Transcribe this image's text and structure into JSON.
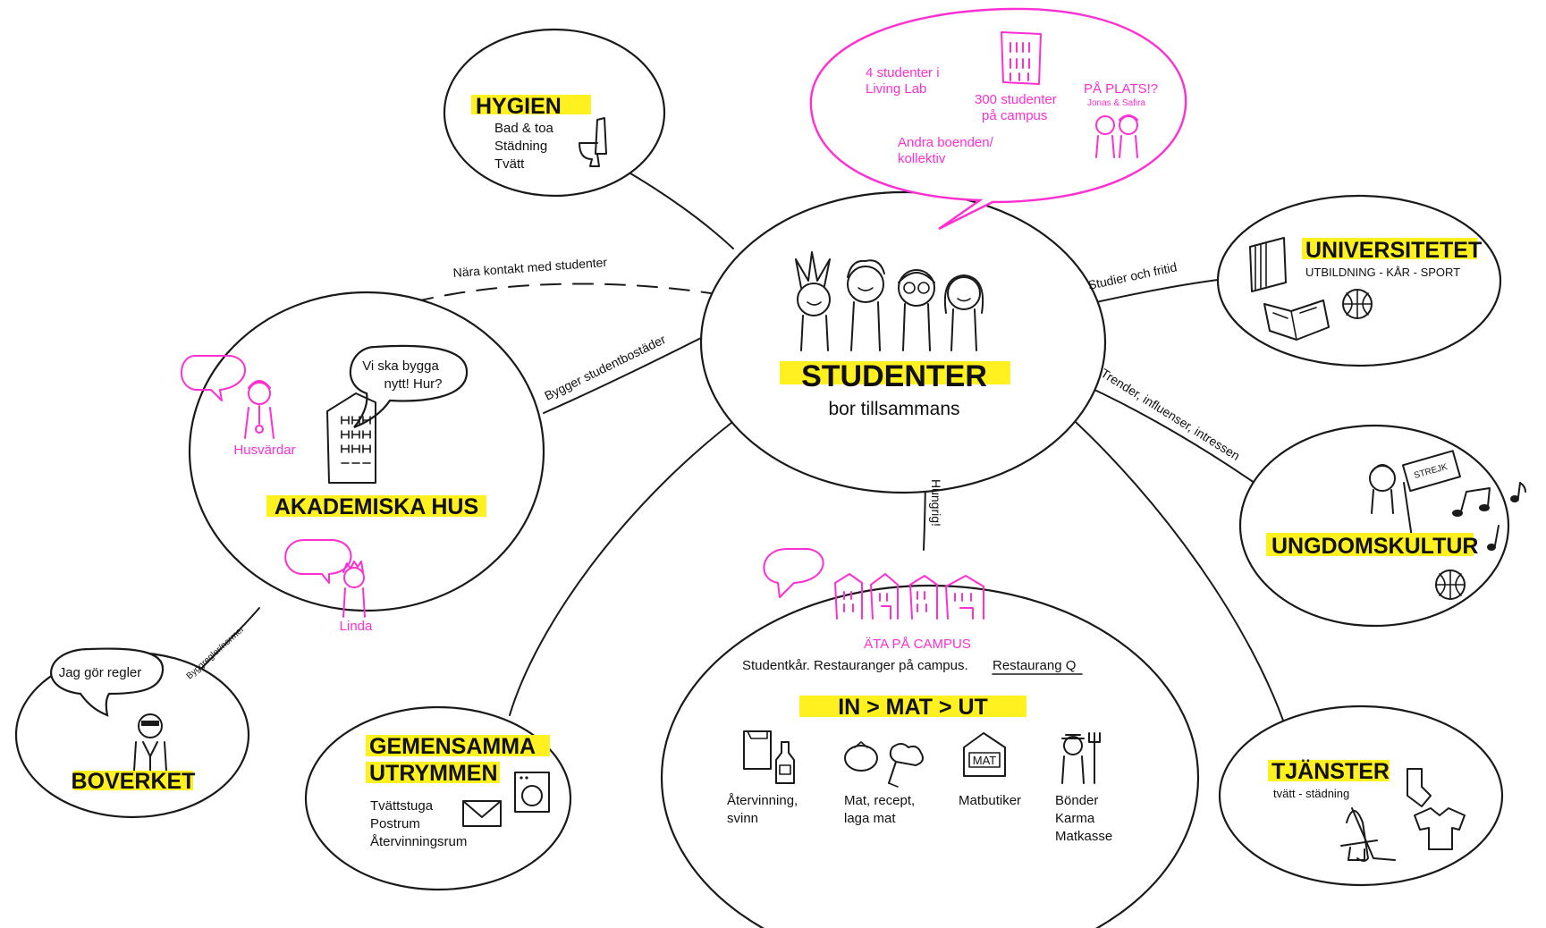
{
  "center": {
    "title": "STUDENTER",
    "subtitle": "bor tillsammans"
  },
  "speech_top": {
    "line1a": "4 studenter i",
    "line1b": "Living Lab",
    "line2a": "300 studenter",
    "line2b": "på campus",
    "line3a": "Andra boenden/",
    "line3b": "kollektiv",
    "line4a": "PÅ PLATS!?",
    "line4b": "Jonas & Safira"
  },
  "hygien": {
    "title": "HYGIEN",
    "items": [
      "Bad & toa",
      "Städning",
      "Tvätt"
    ]
  },
  "akademiska": {
    "title": "AKADEMISKA HUS",
    "speech_a": "Vi ska bygga",
    "speech_b": "nytt! Hur?",
    "husvardar": "Husvärdar",
    "linda": "Linda"
  },
  "boverket": {
    "title": "BOVERKET",
    "speech": "Jag gör regler"
  },
  "gemensamma": {
    "title_a": "GEMENSAMMA",
    "title_b": "UTRYMMEN",
    "items": [
      "Tvättstuga",
      "Postrum",
      "Återvinningsrum"
    ]
  },
  "ata": {
    "title": "ÄTA PÅ CAMPUS",
    "desc_a": "Studentkår. Restauranger på campus.",
    "desc_b": "Restaurang Q",
    "flow": "IN > MAT > UT",
    "col1": [
      "Återvinning,",
      "svinn"
    ],
    "col2": [
      "Mat, recept,",
      "laga mat"
    ],
    "col3": [
      "Matbutiker"
    ],
    "col4": [
      "Bönder",
      "Karma",
      "Matkasse"
    ],
    "sign": "MAT"
  },
  "universitetet": {
    "title": "UNIVERSITETET",
    "subtitle": "UTBILDNING - KÅR - SPORT"
  },
  "ungdom": {
    "title": "UNGDOMSKULTUR",
    "sign": "STREJK"
  },
  "tjanster": {
    "title": "TJÄNSTER",
    "subtitle": "tvätt - städning"
  },
  "edges": {
    "nara": "Nära kontakt med studenter",
    "bygger": "Bygger studentbostäder",
    "studier": "Studier och fritid",
    "trender": "Trender, influenser, intressen",
    "hungrig": "Hungrig!",
    "byggregler": "Byggregler/normer"
  },
  "colors": {
    "highlight": "#fff01f",
    "pink": "#ff2fd2",
    "ink": "#1a1a1a"
  },
  "icons": [
    "student-faces-icon",
    "building-icon",
    "toilet-icon",
    "books-icon",
    "open-book-icon",
    "basketball-icon",
    "music-notes-icon",
    "protest-sign-icon",
    "sock-icon",
    "tshirt-icon",
    "vacuum-icon",
    "washing-machine-icon",
    "envelope-icon",
    "houses-icon",
    "recycling-bag-icon",
    "bottle-icon",
    "tomato-icon",
    "broccoli-icon",
    "shop-icon",
    "farmer-icon",
    "manager-icon"
  ]
}
